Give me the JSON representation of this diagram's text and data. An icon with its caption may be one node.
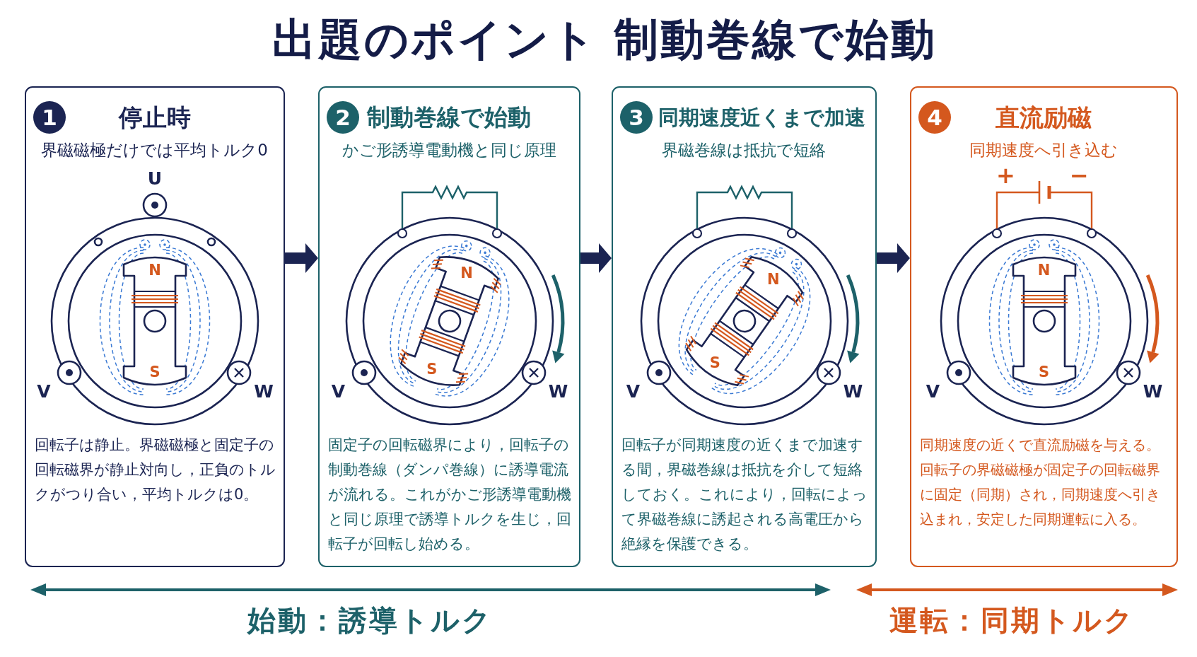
{
  "diagram": {
    "title": "出題のポイント 制動巻線で始動",
    "nodes": [
      {
        "text": [
          "1",
          "停止時",
          "界磁磁極だけでは平均トルク0",
          "回転子は静止。界磁磁極と固定子の回転磁界が静止対向し，正負のトルクがつり合い，平均トルクは0。"
        ]
      },
      {
        "text": [
          "2",
          "制動巻線で始動",
          "かご形誘導電動機と同じ原理",
          "固定子の回転磁界により，回転子の制動巻線（ダンパ巻線）に誘導電流が流れる。これがかご形誘導電動機と同じ原理で誘導トルクを生じ，回転子が回転し始める。"
        ]
      },
      {
        "text": [
          "3",
          "同期速度近くまで加速",
          "界磁巻線は抵抗で短絡",
          "回転子が同期速度の近くまで加速する間，界磁巻線は抵抗を介して短絡しておく。これにより，回転によって界磁巻線に誘起される高電圧から絶縁を保護できる。"
        ]
      },
      {
        "text": [
          "4",
          "直流励磁",
          "同期速度へ引き込む",
          "同期速度の近くで直流励磁を与える。回転子の界磁磁極が固定子の回転磁界に固定（同期）され，同期速度へ引き込まれ，安定した同期運転に入る。"
        ]
      }
    ],
    "edges": [
      {
        "from": 0,
        "to": 1,
        "arrow": "to"
      },
      {
        "from": 1,
        "to": 2,
        "arrow": "to"
      },
      {
        "from": 2,
        "to": 3,
        "arrow": "to"
      }
    ],
    "labels": [
      "U",
      "N",
      "S",
      "V",
      "W",
      "N",
      "S",
      "V",
      "W",
      "N",
      "S",
      "V",
      "W",
      "+",
      "−",
      "N",
      "S",
      "V",
      "W",
      "始動：誘導トルク",
      "運転：同期トルク"
    ]
  }
}
